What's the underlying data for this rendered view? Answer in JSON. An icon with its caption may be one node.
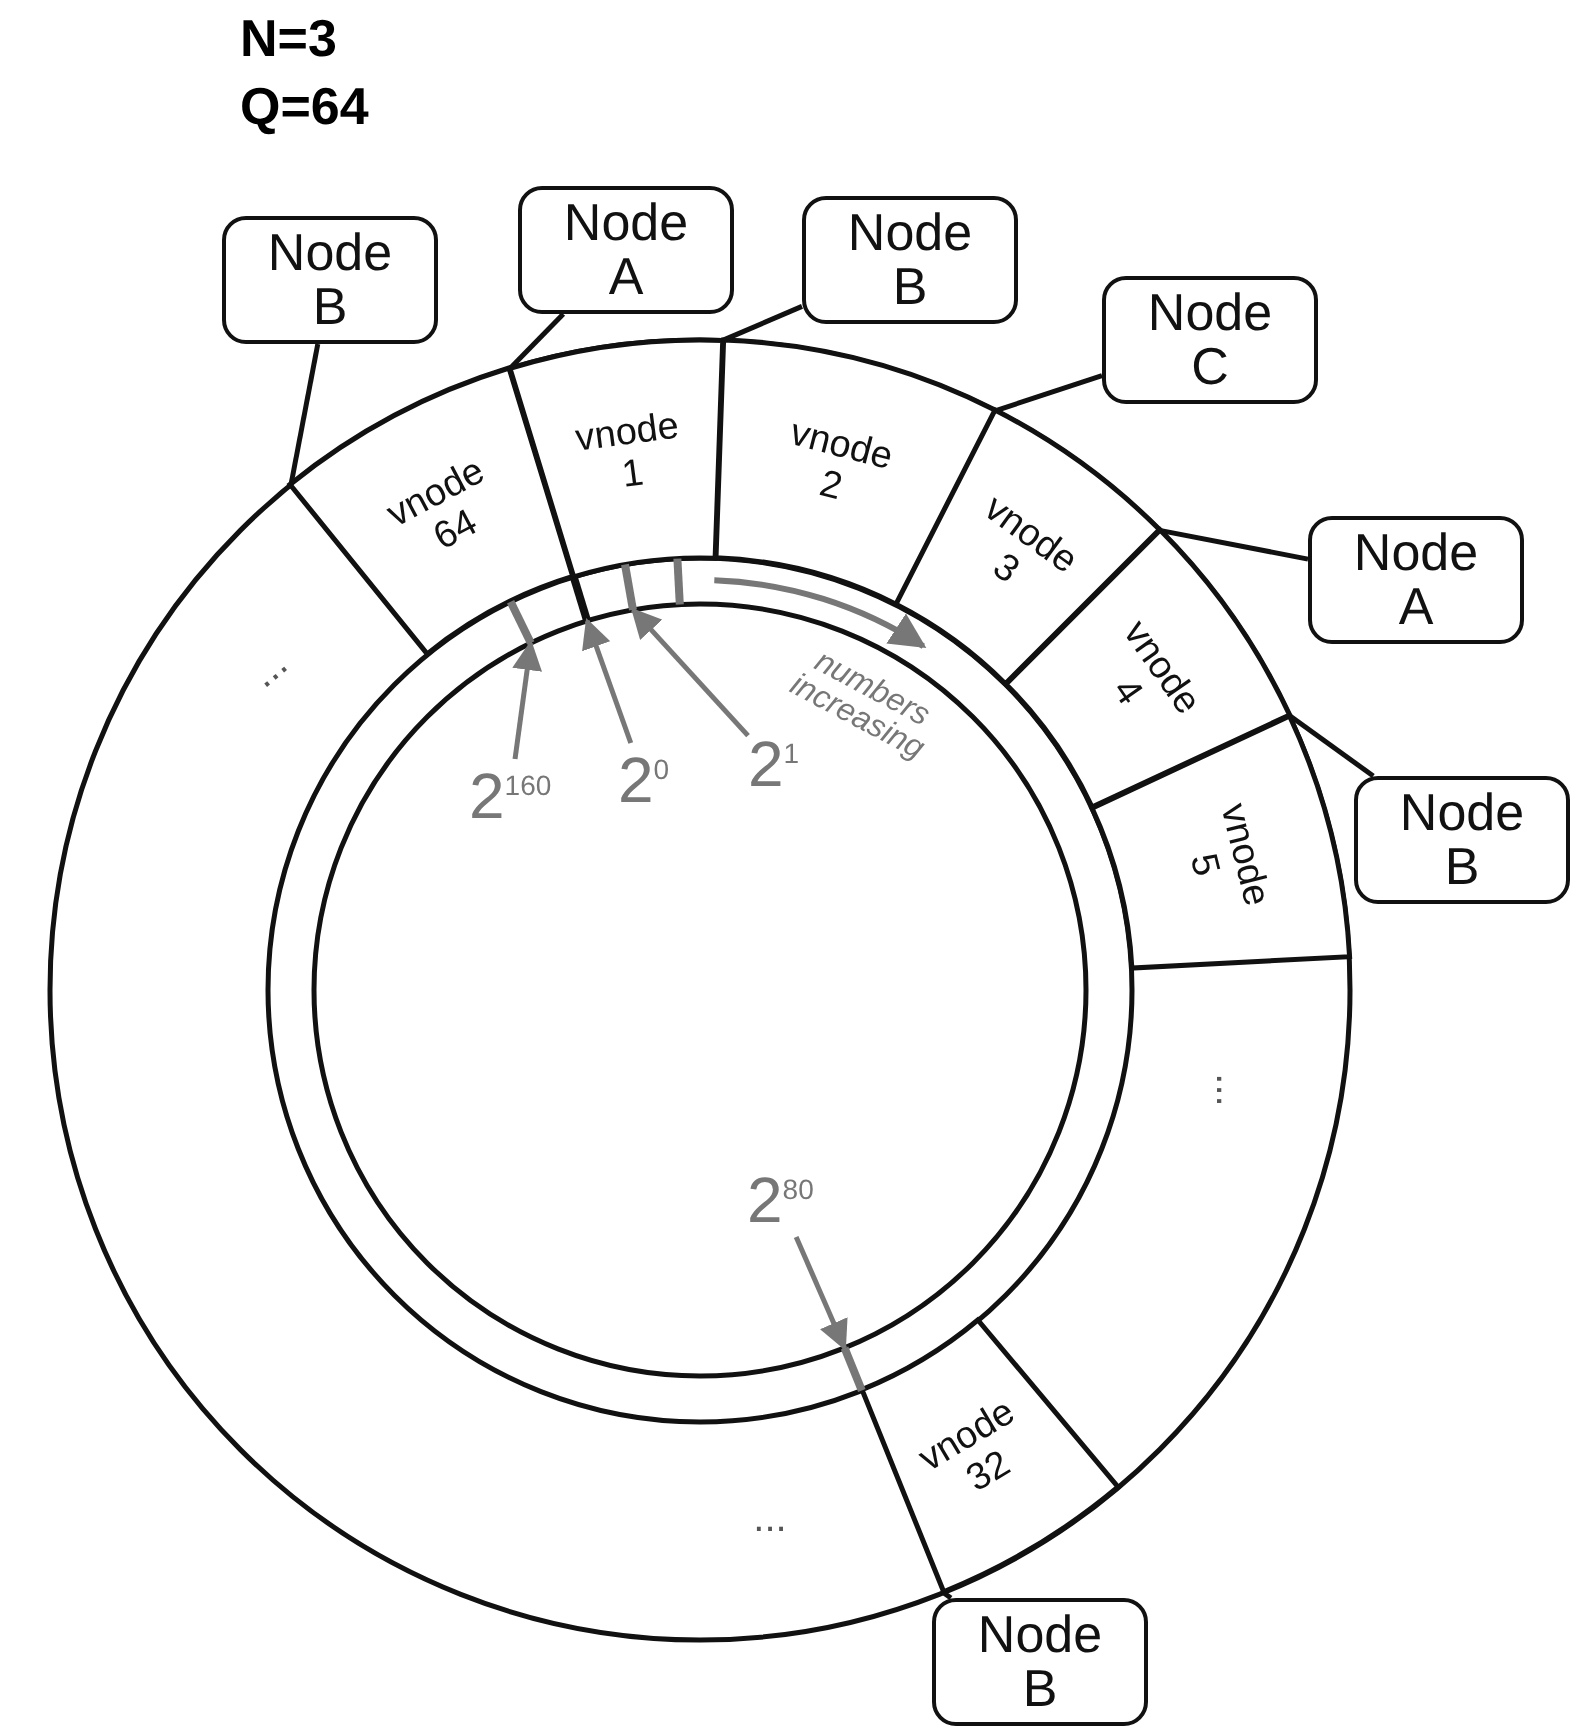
{
  "diagram": {
    "nodes": [
      {
        "text": [
          "Node B"
        ]
      },
      {
        "text": [
          "Node A"
        ]
      },
      {
        "text": [
          "Node B"
        ]
      },
      {
        "text": [
          "Node C"
        ]
      },
      {
        "text": [
          "Node A"
        ]
      },
      {
        "text": [
          "Node B"
        ]
      },
      {
        "text": [
          "Node B"
        ]
      },
      {
        "text": [
          "vnode 64"
        ]
      },
      {
        "text": [
          "vnode 1"
        ]
      },
      {
        "text": [
          "vnode 2"
        ]
      },
      {
        "text": [
          "vnode 3"
        ]
      },
      {
        "text": [
          "vnode 4"
        ]
      },
      {
        "text": [
          "vnode 5"
        ]
      },
      {
        "text": [
          "vnode 32"
        ]
      },
      {
        "text": [
          "2$^{160}$"
        ]
      },
      {
        "text": [
          "2$^{0}$"
        ]
      },
      {
        "text": [
          "2$^{1}$"
        ]
      },
      {
        "text": [
          "2$^{80}$"
        ]
      },
      {
        "text": [],
        "shape": "bar"
      },
      {
        "text": [],
        "shape": "bar"
      },
      {
        "text": [],
        "shape": "bar"
      },
      {
        "text": [],
        "shape": "bar"
      },
      {
        "text": [],
        "shape": "bar"
      }
    ],
    "edges": [
      {
        "from": 0,
        "to": 7,
        "arrow": "none"
      },
      {
        "from": 1,
        "to": 8,
        "arrow": "none"
      },
      {
        "from": 2,
        "to": 9,
        "arrow": "none"
      },
      {
        "from": 3,
        "to": 10,
        "arrow": "none"
      },
      {
        "from": 4,
        "to": 11,
        "arrow": "none"
      },
      {
        "from": 5,
        "to": 12,
        "arrow": "none"
      },
      {
        "from": 6,
        "to": 13,
        "arrow": "none"
      },
      {
        "from": 14,
        "to": 18,
        "arrow": "to",
        "color": "#777777"
      },
      {
        "from": 15,
        "to": 19,
        "arrow": "to",
        "color": "#777777"
      },
      {
        "from": 16,
        "to": 20,
        "arrow": "to",
        "color": "#777777"
      },
      {
        "from": 17,
        "to": 22,
        "arrow": "to",
        "color": "#777777"
      }
    ],
    "labels": [
      "N=3",
      "Q=64",
      "...",
      "numbers increasing",
      "...",
      "..."
    ]
  }
}
